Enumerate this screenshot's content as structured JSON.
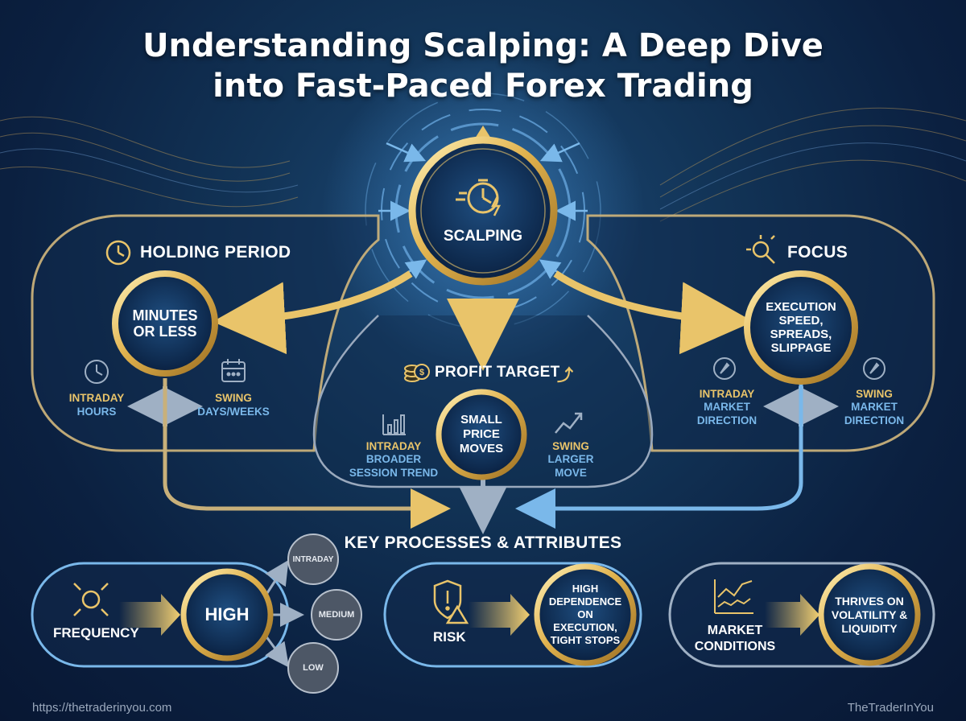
{
  "title": {
    "line1": "Understanding Scalping: A Deep Dive",
    "line2": "into Fast-Paced Forex Trading"
  },
  "center": {
    "label": "SCALPING",
    "icon": "stopwatch-icon"
  },
  "holding": {
    "heading": "HOLDING PERIOD",
    "icon": "clock-icon",
    "main": "MINUTES OR LESS",
    "left_title": "INTRADAY",
    "left_sub": "HOURS",
    "left_icon": "clock-icon",
    "right_title": "SWING",
    "right_sub": "DAYS/WEEKS",
    "right_icon": "calendar-icon"
  },
  "profit": {
    "heading": "PROFIT TARGET",
    "icon": "coins-icon",
    "main": "SMALL PRICE MOVES",
    "left_title": "INTRADAY",
    "left_sub": "BROADER SESSION TREND",
    "left_icon": "bar-chart-icon",
    "right_title": "SWING",
    "right_sub": "LARGER MOVE",
    "right_icon": "trend-chart-icon"
  },
  "focus": {
    "heading": "FOCUS",
    "icon": "magnifier-icon",
    "main": "EXECUTION SPEED, SPREADS, SLIPPAGE",
    "left_title": "INTRADAY",
    "left_sub": "MARKET DIRECTION",
    "left_icon": "compass-icon",
    "right_title": "SWING",
    "right_sub": "MARKET DIRECTION",
    "right_icon": "compass-icon"
  },
  "key_heading": "KEY PROCESSES & ATTRIBUTES",
  "frequency": {
    "label": "FREQUENCY",
    "icon": "frequency-icon",
    "value": "HIGH",
    "options": [
      "INTRADAY",
      "MEDIUM",
      "LOW"
    ]
  },
  "risk": {
    "label": "RISK",
    "icon": "risk-shield-icon",
    "value": "HIGH DEPENDENCE ON EXECUTION, TIGHT STOPS"
  },
  "market": {
    "label": "MARKET CONDITIONS",
    "icon": "volatility-chart-icon",
    "value": "THRIVES ON VOLATILITY & LIQUIDITY"
  },
  "footer": {
    "left": "https://thetraderinyou.com",
    "right": "TheTraderInYou"
  },
  "colors": {
    "gold": "#e9c46a",
    "blue": "#7ab8ea",
    "bg": "#0b2040"
  }
}
